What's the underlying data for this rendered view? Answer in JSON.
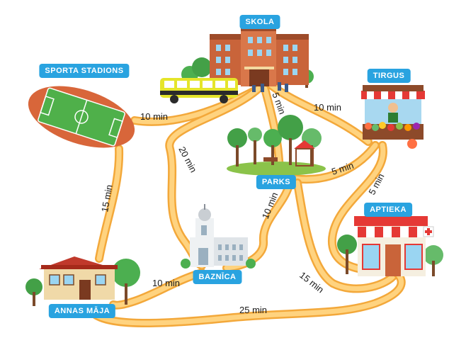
{
  "locations": {
    "skola": "SKOLA",
    "sporta_stadions": "SPORTA STADIONS",
    "tirgus": "TIRGUS",
    "parks": "PARKS",
    "aptieka": "APTIEKA",
    "baznica": "BAZNĪCA",
    "annas_maja": "ANNAS MĀJA"
  },
  "routes": {
    "stadions_skola": "10 min",
    "skola_parks": "5 min",
    "skola_tirgus": "10 min",
    "skola_baznica": "20 min",
    "parks_tirgus": "5 min",
    "tirgus_aptieka": "5 min",
    "stadions_maja": "15 min",
    "parks_baznica": "10 min",
    "baznica_maja": "10 min",
    "parks_aptieka": "15 min",
    "maja_aptieka": "25 min"
  },
  "colors": {
    "road": "#f7b640",
    "road_fill": "#ffd27a",
    "label_bg": "#29a3e0",
    "brick": "#c9643a",
    "tree": "#4caf50"
  }
}
